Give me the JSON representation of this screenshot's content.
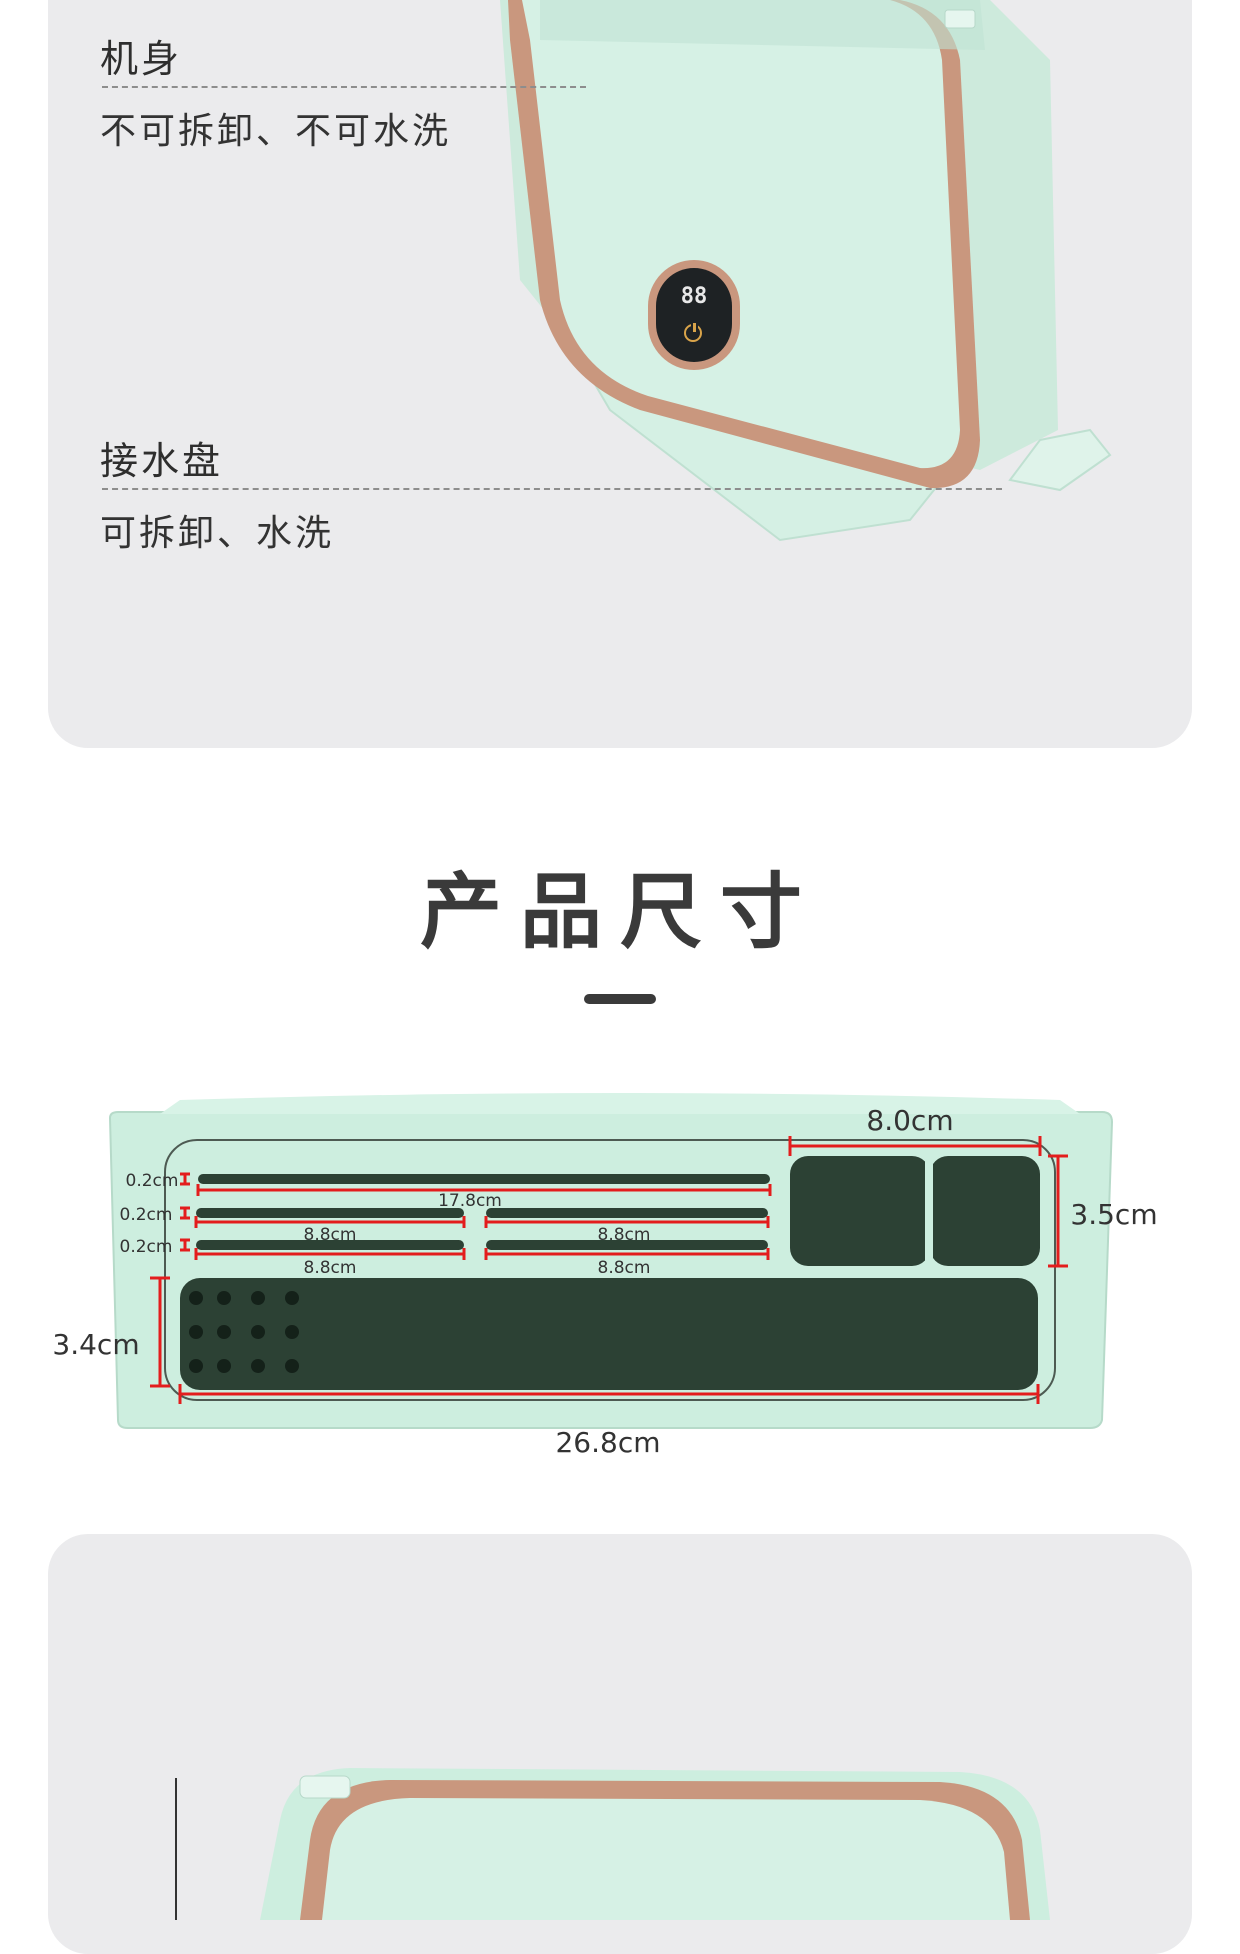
{
  "parts": [
    {
      "name": "机身",
      "desc": "不可拆卸、不可水洗"
    },
    {
      "name": "接水盘",
      "desc": "可拆卸、水洗"
    }
  ],
  "device": {
    "display_digits": "88",
    "power_icon": "power-icon"
  },
  "section": {
    "title": "产品尺寸"
  },
  "dimensions": {
    "width_total": "26.8cm",
    "height_bottom": "3.4cm",
    "width_cup": "8.0cm",
    "height_cup": "3.5cm",
    "slot_top_length": "17.8cm",
    "slot_row2_left": "8.8cm",
    "slot_row2_right": "8.8cm",
    "slot_row3_left": "8.8cm",
    "slot_row3_right": "8.8cm",
    "slot_gap_1": "0.2cm",
    "slot_gap_2": "0.2cm",
    "slot_gap_3": "0.2cm"
  },
  "colors": {
    "device_body": "#cfeee0",
    "device_trim": "#c9977e",
    "panel_bg": "#ebebed",
    "slot_dark": "#2c4134",
    "dimension_red": "#e31d1d"
  }
}
